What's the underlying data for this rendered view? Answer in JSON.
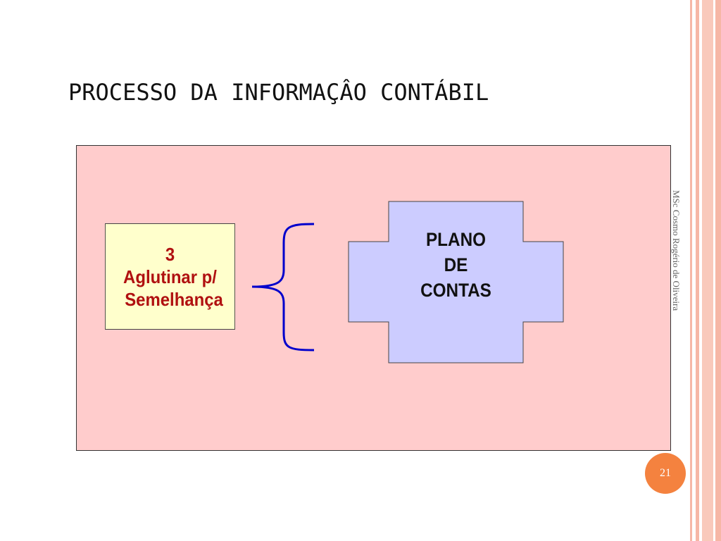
{
  "slide": {
    "title": "PROCESSO DA INFORMAÇÂO CONTÁBIL",
    "page_number": "21",
    "author_note": "MSc Cosmo Rogério de Oliveira"
  },
  "diagram": {
    "step_box": {
      "number": "3",
      "line1": "Aglutinar p/",
      "line2": "Semelhança"
    },
    "cross_label": {
      "line1": "PLANO",
      "line2": "DE",
      "line3": "CONTAS"
    }
  },
  "colors": {
    "panel": "#ffcccc",
    "step_box": "#ffffcc",
    "step_text": "#b01010",
    "cross": "#ccccff",
    "brace": "#0000cc",
    "badge": "#f4823f",
    "stripes": "#f6b7a6"
  }
}
